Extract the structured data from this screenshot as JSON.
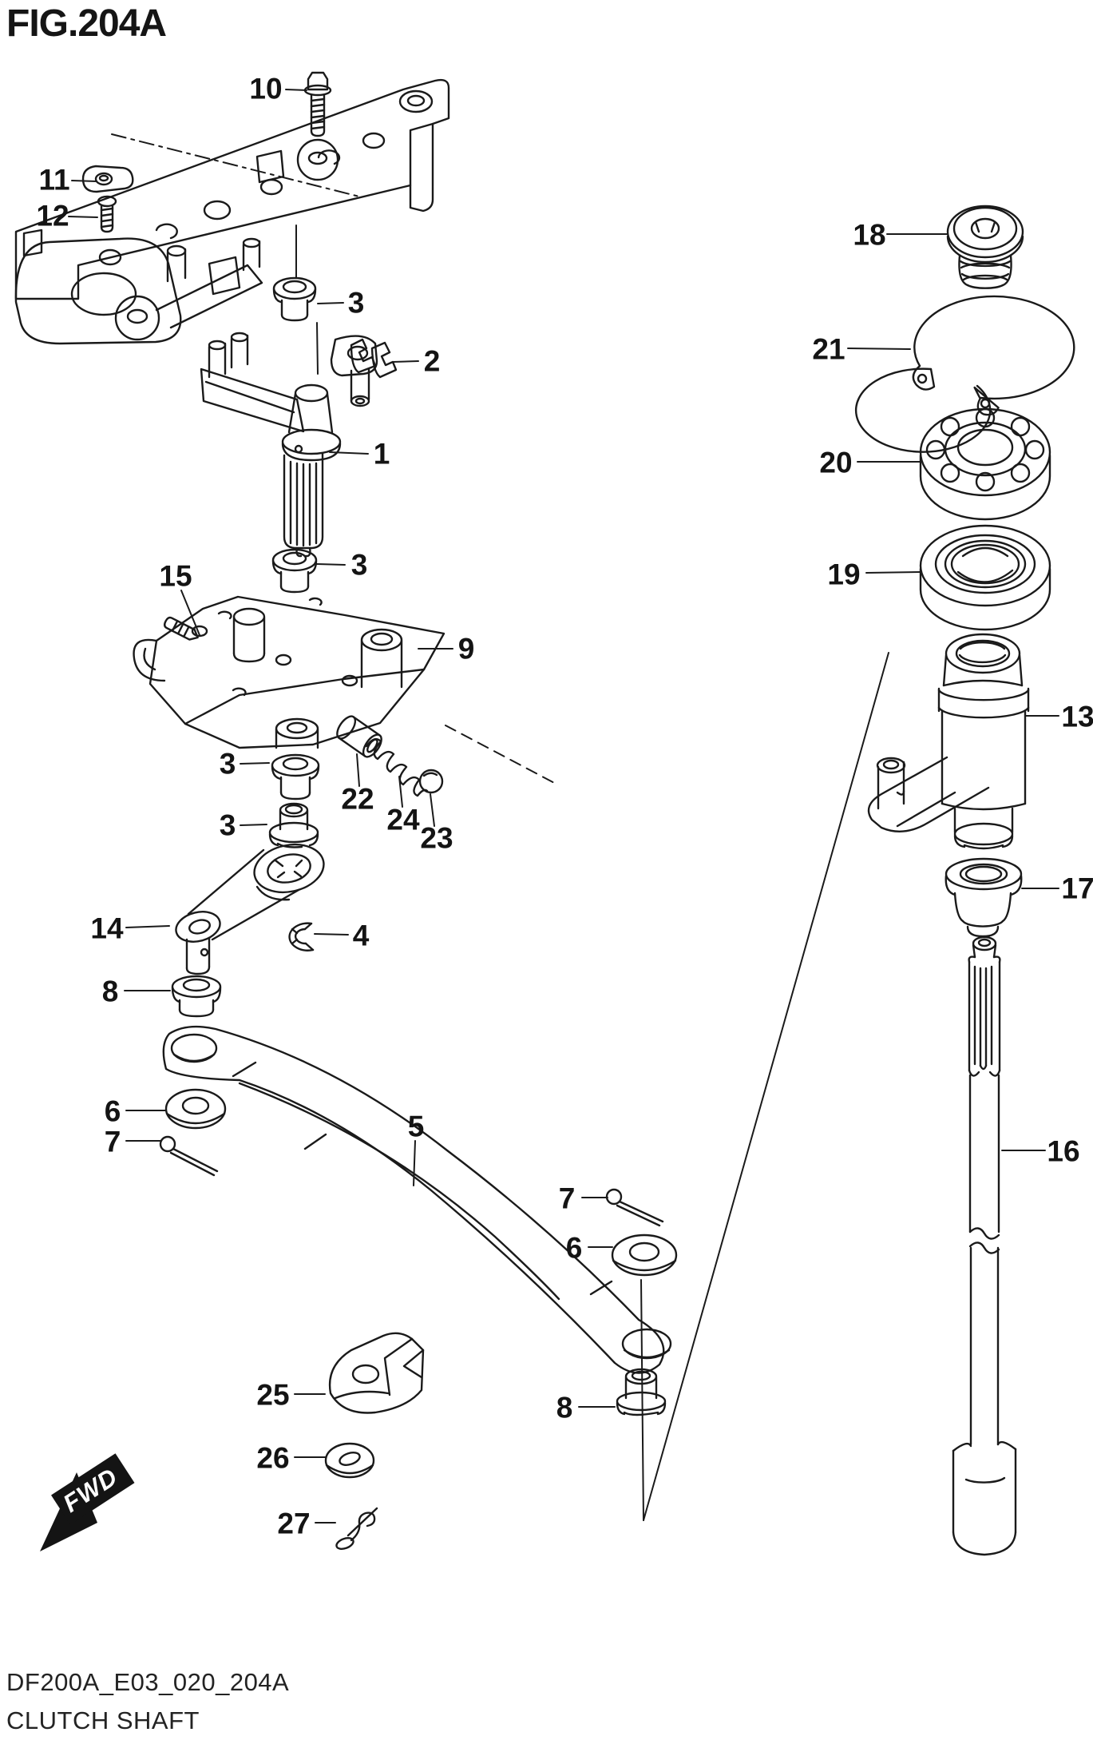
{
  "figure": {
    "title": "FIG.204A"
  },
  "footer": {
    "drawing_code": "DF200A_E03_020_204A",
    "caption": "CLUTCH SHAFT"
  },
  "direction_indicator": {
    "label": "FWD"
  },
  "colors": {
    "ink": "#1a1a1a",
    "background": "#ffffff"
  },
  "callouts": [
    {
      "part": "10"
    },
    {
      "part": "11"
    },
    {
      "part": "12"
    },
    {
      "part": "3"
    },
    {
      "part": "2"
    },
    {
      "part": "1"
    },
    {
      "part": "3"
    },
    {
      "part": "15"
    },
    {
      "part": "9"
    },
    {
      "part": "3"
    },
    {
      "part": "3"
    },
    {
      "part": "22"
    },
    {
      "part": "24"
    },
    {
      "part": "23"
    },
    {
      "part": "14"
    },
    {
      "part": "4"
    },
    {
      "part": "8"
    },
    {
      "part": "6"
    },
    {
      "part": "7"
    },
    {
      "part": "5"
    },
    {
      "part": "7"
    },
    {
      "part": "6"
    },
    {
      "part": "8"
    },
    {
      "part": "25"
    },
    {
      "part": "26"
    },
    {
      "part": "27"
    },
    {
      "part": "18"
    },
    {
      "part": "21"
    },
    {
      "part": "20"
    },
    {
      "part": "19"
    },
    {
      "part": "13"
    },
    {
      "part": "17"
    },
    {
      "part": "16"
    }
  ]
}
